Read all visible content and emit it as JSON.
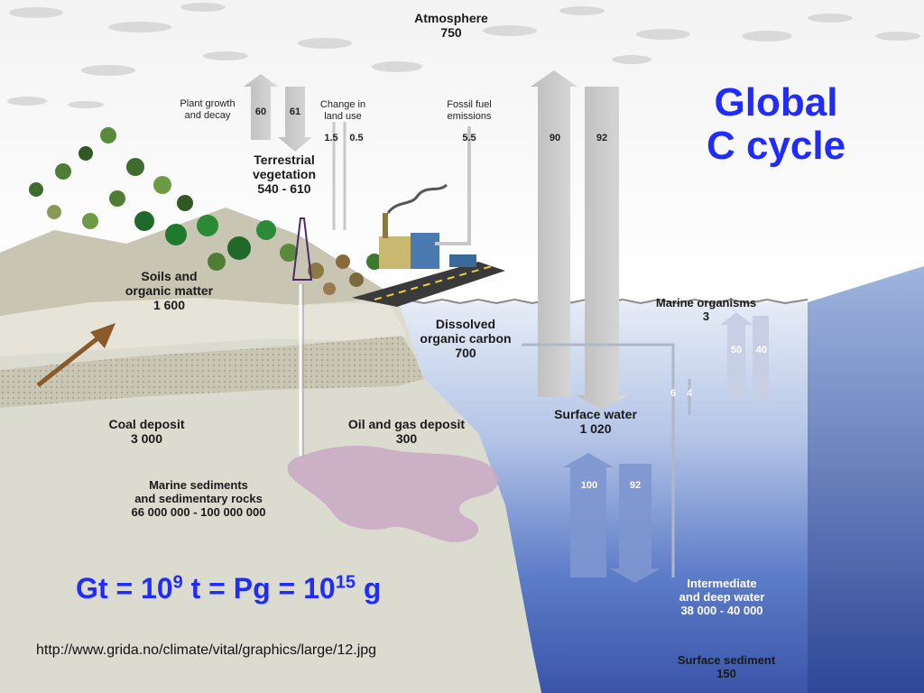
{
  "title": {
    "line1": "Global",
    "line2": "C cycle"
  },
  "reservoirs": {
    "atmosphere": {
      "name": "Atmosphere",
      "value": "750"
    },
    "terrestrial_vegetation": {
      "name_line1": "Terrestrial",
      "name_line2": "vegetation",
      "value": "540 - 610"
    },
    "soils": {
      "name_line1": "Soils and",
      "name_line2": "organic matter",
      "value": "1 600"
    },
    "dissolved_organic_carbon": {
      "name_line1": "Dissolved",
      "name_line2": "organic carbon",
      "value": "700"
    },
    "marine_organisms": {
      "name": "Marine organisms",
      "value": "3"
    },
    "surface_water": {
      "name": "Surface water",
      "value": "1 020"
    },
    "coal_deposit": {
      "name": "Coal deposit",
      "value": "3 000"
    },
    "oil_gas_deposit": {
      "name": "Oil and gas deposit",
      "value": "300"
    },
    "marine_sediments": {
      "name_line1": "Marine sediments",
      "name_line2": "and sedimentary rocks",
      "value": "66 000 000 - 100 000 000"
    },
    "intermediate_deep_water": {
      "name_line1": "Intermediate",
      "name_line2": "and deep water",
      "value": "38 000 - 40 000"
    },
    "surface_sediment": {
      "name": "Surface sediment",
      "value": "150"
    }
  },
  "fluxes": {
    "plant_growth": {
      "label_line1": "Plant growth",
      "label_line2": "and decay",
      "up": "60",
      "down": "61"
    },
    "land_use": {
      "label_line1": "Change in",
      "label_line2": "land use",
      "a": "1.5",
      "b": "0.5"
    },
    "fossil_fuel": {
      "label_line1": "Fossil fuel",
      "label_line2": "emissions",
      "value": "5.5"
    },
    "ocean_atmosphere": {
      "up": "90",
      "down": "92"
    },
    "marine_organisms_exchange": {
      "up": "50",
      "down": "40"
    },
    "doc_surface": {
      "a": "6",
      "b": "4"
    },
    "deep_exchange": {
      "up": "100",
      "down": "92"
    }
  },
  "formula": {
    "gt": "Gt = 10",
    "exp1": "9",
    "mid": " t = Pg = 10",
    "exp2": "15",
    "unit": " g"
  },
  "source_url": "http://www.grida.no/climate/vital/graphics/large/12.jpg",
  "colors": {
    "title": "#1f2bff",
    "arrow_pointer": "#8b5a2b",
    "sky": "#ffffff",
    "ocean": "#5b79c9",
    "land": "#d8d6c8"
  }
}
